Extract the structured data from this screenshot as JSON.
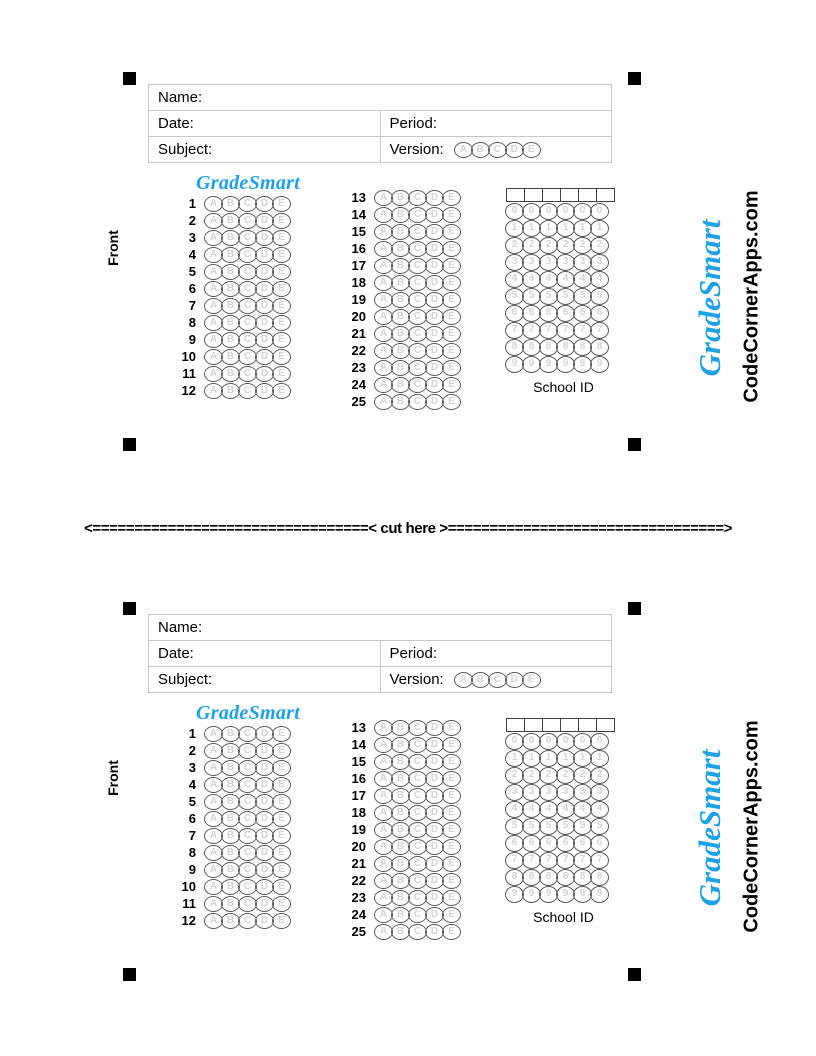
{
  "document": {
    "title": "GradeSmart Answer Sheet",
    "brand": "GradeSmart",
    "brand_color": "#1CA2E8",
    "website": "CodeCornerApps.com",
    "side_label": "Front",
    "cut_line": "<=================================< cut here >=================================>",
    "cut_here_label": "< cut here >"
  },
  "header_fields": {
    "name_label": "Name:",
    "date_label": "Date:",
    "period_label": "Period:",
    "subject_label": "Subject:",
    "version_label": "Version:",
    "version_options": [
      "A",
      "B",
      "C",
      "D",
      "E"
    ]
  },
  "answer_section": {
    "choices": [
      "A",
      "B",
      "C",
      "D",
      "E"
    ],
    "column_1_rows": [
      1,
      2,
      3,
      4,
      5,
      6,
      7,
      8,
      9,
      10,
      11,
      12
    ],
    "column_2_rows": [
      13,
      14,
      15,
      16,
      17,
      18,
      19,
      20,
      21,
      22,
      23,
      24,
      25
    ]
  },
  "school_id": {
    "caption": "School ID",
    "digit_count": 6,
    "digits": [
      0,
      1,
      2,
      3,
      4,
      5,
      6,
      7,
      8,
      9
    ]
  },
  "registration_marks": {
    "count_per_sheet": 4,
    "color": "#000000"
  },
  "sheets": [
    {
      "id": "sheet-top"
    },
    {
      "id": "sheet-bottom"
    }
  ]
}
